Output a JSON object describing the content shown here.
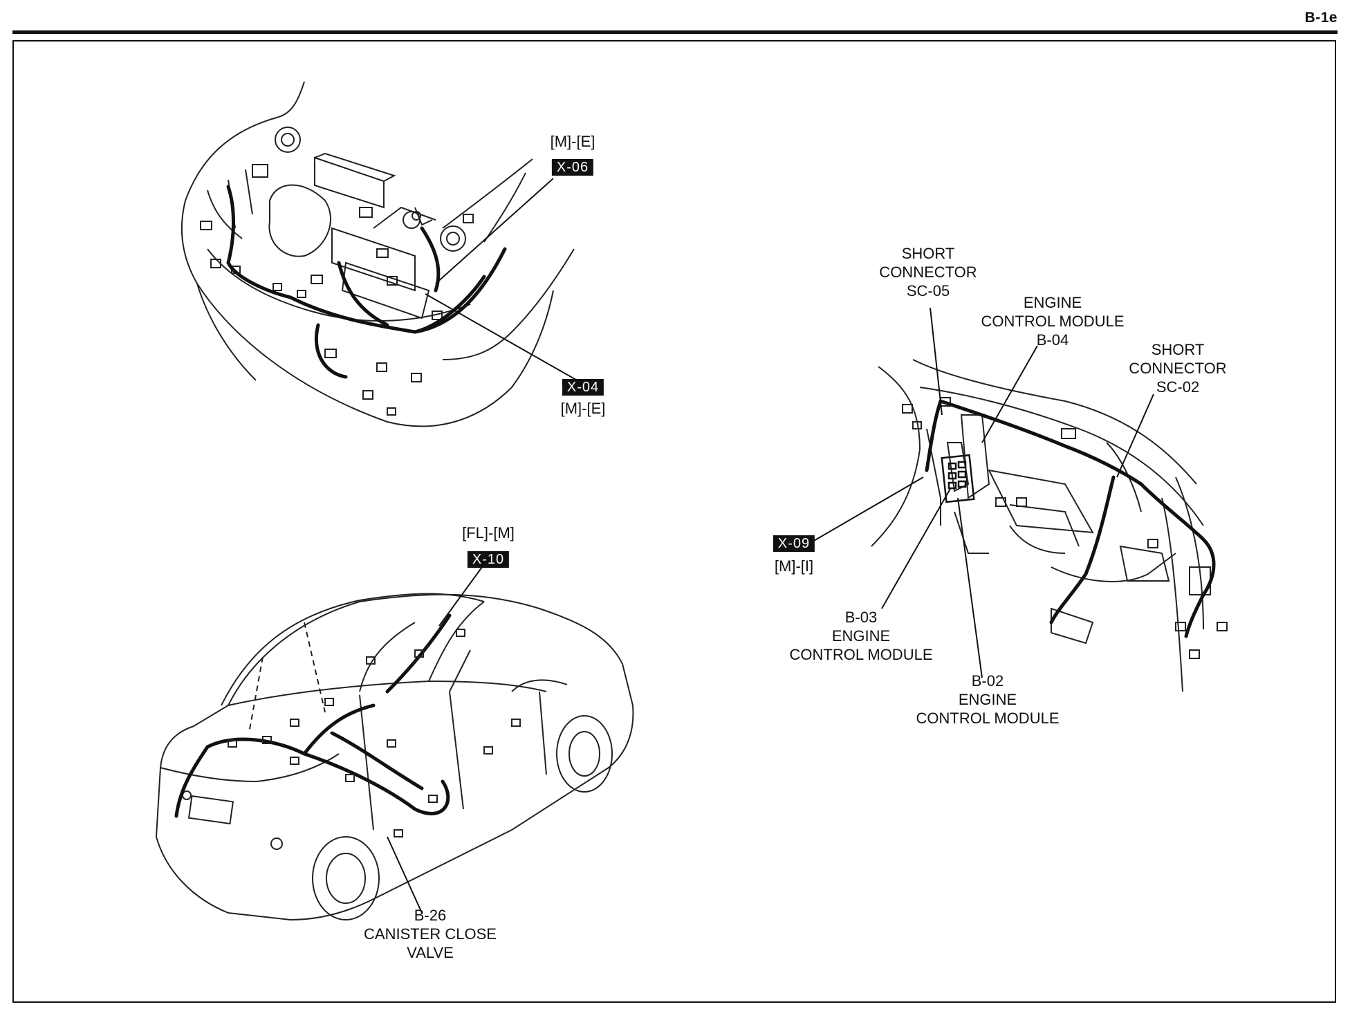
{
  "page": {
    "code": "B-1e"
  },
  "callouts": {
    "x06": {
      "connector": "[M]-[E]",
      "id": "X-06"
    },
    "x04": {
      "connector": "[M]-[E]",
      "id": "X-04"
    },
    "x10": {
      "connector": "[FL]-[M]",
      "id": "X-10"
    },
    "x09": {
      "connector": "[M]-[I]",
      "id": "X-09"
    },
    "b26": {
      "code": "B-26",
      "line1": "CANISTER CLOSE",
      "line2": "VALVE"
    },
    "sc05": {
      "line1": "SHORT",
      "line2": "CONNECTOR",
      "code": "SC-05"
    },
    "b04": {
      "line1": "ENGINE",
      "line2": "CONTROL MODULE",
      "code": "B-04"
    },
    "sc02": {
      "line1": "SHORT",
      "line2": "CONNECTOR",
      "code": "SC-02"
    },
    "b03": {
      "code": "B-03",
      "line1": "ENGINE",
      "line2": "CONTROL MODULE"
    },
    "b02": {
      "code": "B-02",
      "line1": "ENGINE",
      "line2": "CONTROL MODULE"
    }
  }
}
